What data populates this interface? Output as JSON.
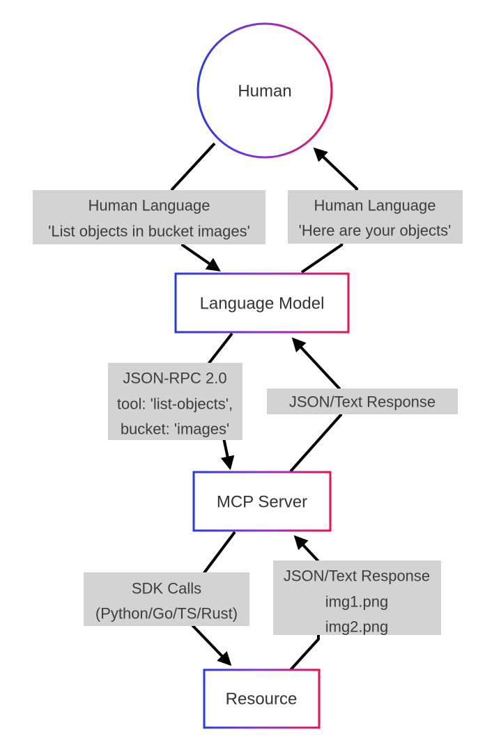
{
  "nodes": {
    "human": {
      "label": "Human"
    },
    "language_model": {
      "label": "Language Model"
    },
    "mcp_server": {
      "label": "MCP Server"
    },
    "resource": {
      "label": "Resource"
    }
  },
  "edge_labels": {
    "human_request": {
      "lines": [
        "Human Language",
        "'List objects in bucket images'"
      ]
    },
    "human_response": {
      "lines": [
        "Human Language",
        "'Here are your objects'"
      ]
    },
    "rpc_request": {
      "lines": [
        "JSON-RPC 2.0",
        "tool: 'list-objects',",
        "bucket: 'images'"
      ]
    },
    "rpc_response": {
      "lines": [
        "JSON/Text Response"
      ]
    },
    "sdk_request": {
      "lines": [
        "SDK Calls",
        "(Python/Go/TS/Rust)"
      ]
    },
    "resource_response": {
      "lines": [
        "JSON/Text Response",
        "img1.png",
        "img2.png"
      ]
    }
  },
  "colors": {
    "gradient_start": "#2639f0",
    "gradient_mid": "#9031cf",
    "gradient_end": "#f0104e",
    "label_background": "#d3d3d3",
    "label_text": "#3d3d3d",
    "node_text": "#333333",
    "arrow": "#000000",
    "node_fill": "#ffffff",
    "background": "#ffffff"
  }
}
